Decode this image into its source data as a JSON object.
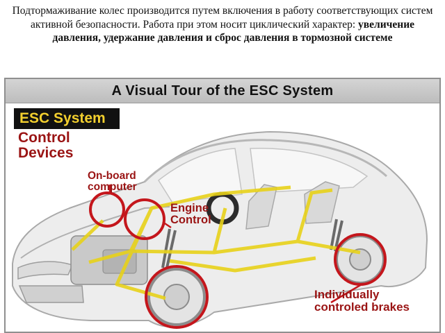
{
  "caption": {
    "text_regular": "Подтормаживание колес производится путем включения в работу соответствующих систем активной безопасности. Работа при этом носит циклический характер: ",
    "text_bold": "увеличение давления, удержание давления и сброс давления в тормозной системе"
  },
  "figure": {
    "title": "A Visual Tour of the ESC System",
    "badge": "ESC System",
    "labels": {
      "control_devices": "Control Devices",
      "onboard_computer": "On-board computer",
      "engine_control": "Engine Control",
      "brakes": "Individually controled brakes"
    }
  },
  "colors": {
    "highlight_ring": "#c4161c",
    "wiring": "#e8d21a",
    "label_red": "#9a1414",
    "badge_text": "#f2cf2e"
  }
}
